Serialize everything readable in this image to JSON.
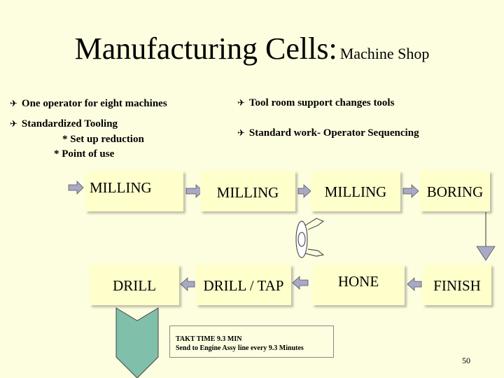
{
  "title": {
    "main": "Manufacturing Cells:",
    "sub": "Machine Shop"
  },
  "bullets": {
    "b1": "One operator for eight machines",
    "b2": "Tool room support changes tools",
    "b3": "Standardized Tooling",
    "b3_sub1": "* Set up reduction",
    "b3_sub2": "* Point of use",
    "b4": "Standard work- Operator Sequencing",
    "mark": "✈"
  },
  "stations": {
    "milling1": "MILLING",
    "milling2": "MILLING",
    "milling3": "MILLING",
    "boring": "BORING",
    "finish": "FINISH",
    "hone": "HONE",
    "drill_tap": "DRILL / TAP",
    "drill": "DRILL"
  },
  "takt": {
    "line1": "TAKT TIME 9.3 MIN",
    "line2": "Send to Engine Assy line every 9.3 Minutes"
  },
  "page_number": "50",
  "colors": {
    "background": "#fdfde0",
    "box": "#ffffcc",
    "arrow": "#a8a8c8",
    "flow_arrow": "#80bfaa"
  }
}
